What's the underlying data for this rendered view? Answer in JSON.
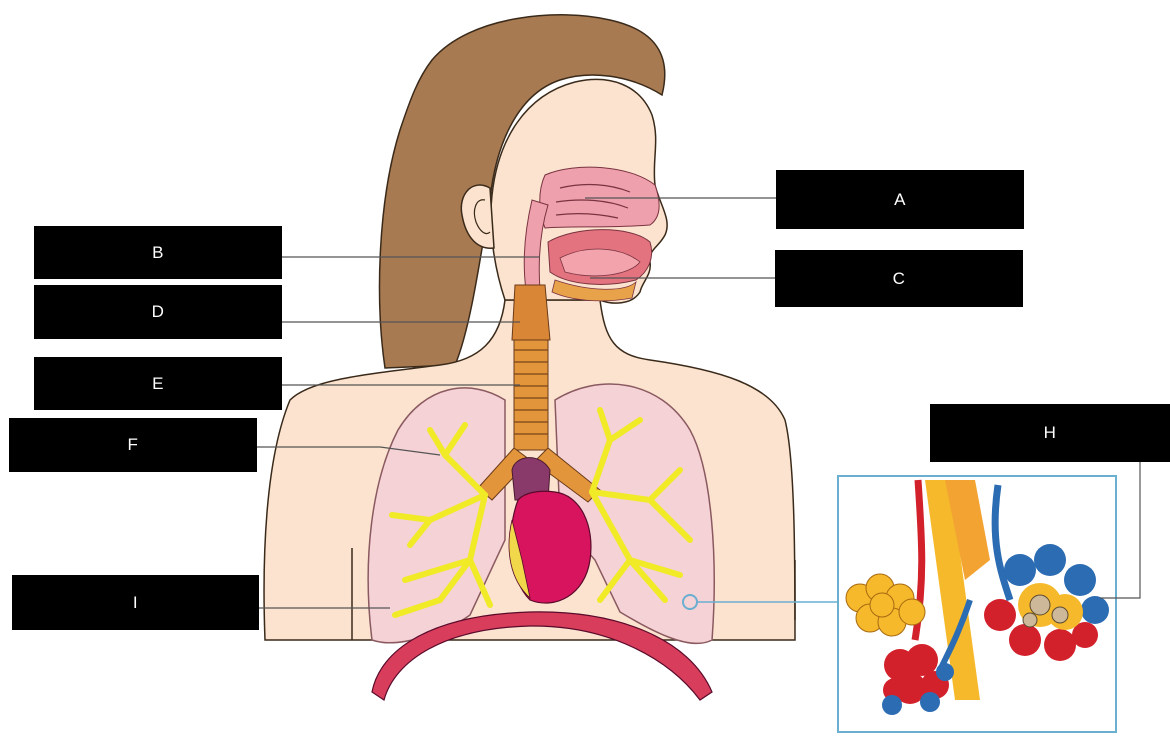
{
  "labels": {
    "a": "A",
    "b": "B",
    "c": "C",
    "d": "D",
    "e": "E",
    "f": "F",
    "h": "H",
    "i": "I"
  },
  "colors": {
    "hair": "#a87a52",
    "skin": "#fbe3cf",
    "nasal": "#eea0ad",
    "tongue": "#e2737f",
    "trachea": "#e2953b",
    "lung": "#f5d2d6",
    "bronchi": "#f0ea27",
    "heart": "#d8145f",
    "diaphragm": "#d83e5c",
    "inset_border": "#6aaed0",
    "alveoli_yellow": "#f6b92c",
    "alveoli_red": "#d3212c",
    "alveoli_blue": "#2b6cb3"
  }
}
